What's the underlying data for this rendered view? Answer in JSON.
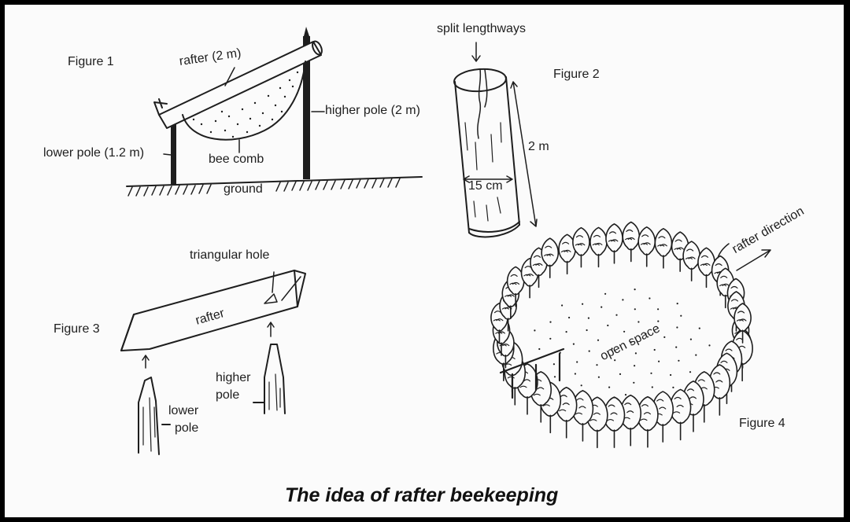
{
  "title": "The idea of rafter beekeeping",
  "figure1": {
    "label": "Figure 1",
    "rafter": "rafter (2 m)",
    "higher_pole": "higher pole (2 m)",
    "lower_pole": "lower pole (1.2 m)",
    "bee_comb": "bee comb",
    "ground": "ground"
  },
  "figure2": {
    "label": "Figure 2",
    "split": "split lengthways",
    "length": "2 m",
    "diameter": "15 cm"
  },
  "figure3": {
    "label": "Figure 3",
    "hole": "triangular hole",
    "rafter": "rafter",
    "higher_pole_1": "higher",
    "higher_pole_2": "pole",
    "lower_pole_1": "lower",
    "lower_pole_2": "pole"
  },
  "figure4": {
    "label": "Figure 4",
    "direction": "rafter direction",
    "open_space": "open space"
  },
  "colors": {
    "ink": "#1e1e1e",
    "paper": "#fbfbfb",
    "border": "#000000"
  }
}
